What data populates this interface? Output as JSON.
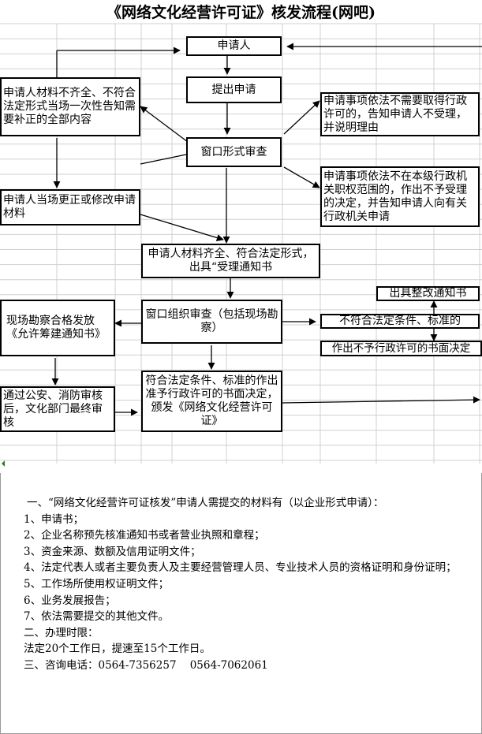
{
  "title": "《网络文化经营许可证》核发流程(网吧)",
  "boxes": {
    "applicant": "申请人",
    "submit": "提出申请",
    "incomplete": "申请人材料不齐全、不符合法定形式当场一次性告知需要补正的全部内容",
    "no_permit_needed": "申请事项依法不需要取得行政许可的，告知申请人不受理，并说明理由",
    "window_review": "窗口形式审查",
    "correct_onsite": "申请人当场更正或修改申请材料",
    "not_in_scope": "申请事项依法不在本级行政机关职权范围的，作出不予受理的决定，并告知申请人向有关行政机关申请",
    "accept_notice": "申请人材料齐全、符合法定形式，出具“受理通知书",
    "rectify_notice": "出具整改通知书",
    "site_ok": "现场勘察合格发放《允许筹建通知书》",
    "organize_review": "窗口组织审查（包括现场勘察）",
    "not_qualified": "不符合法定条件、标准的",
    "deny_decision": "作出不予行政许可的书面决定",
    "police_fire": "通过公安、消防审核后，文化部门最终审核",
    "qualified_grant": "符合法定条件、标准的作出准予行政许可的书面决定，颁发《网络文化经营许可证》"
  },
  "notes": {
    "line1": "一、“网络文化经营许可证核发”申请人需提交的材料有（以企业形式申请）：",
    "line2": "1、申请书；",
    "line3": "2、企业名称预先核准通知书或者营业执照和章程；",
    "line4": "3、资金来源、数额及信用证明文件；",
    "line5": "4、法定代表人或者主要负责人及主要经营管理人员、专业技术人员的资格证明和身份证明；",
    "line6": "5、工作场所使用权证明文件；",
    "line7": "6、业务发展报告；",
    "line8": "7、依法需要提交的其他文件。",
    "line9": "二、办理时限：",
    "line10": "法定20个工作日，提速至15个工作日。",
    "line11": "三、咨询电话：0564-7356257    0564-7062061"
  },
  "colors": {
    "grid": "#c8c8c8",
    "line": "#000000"
  }
}
